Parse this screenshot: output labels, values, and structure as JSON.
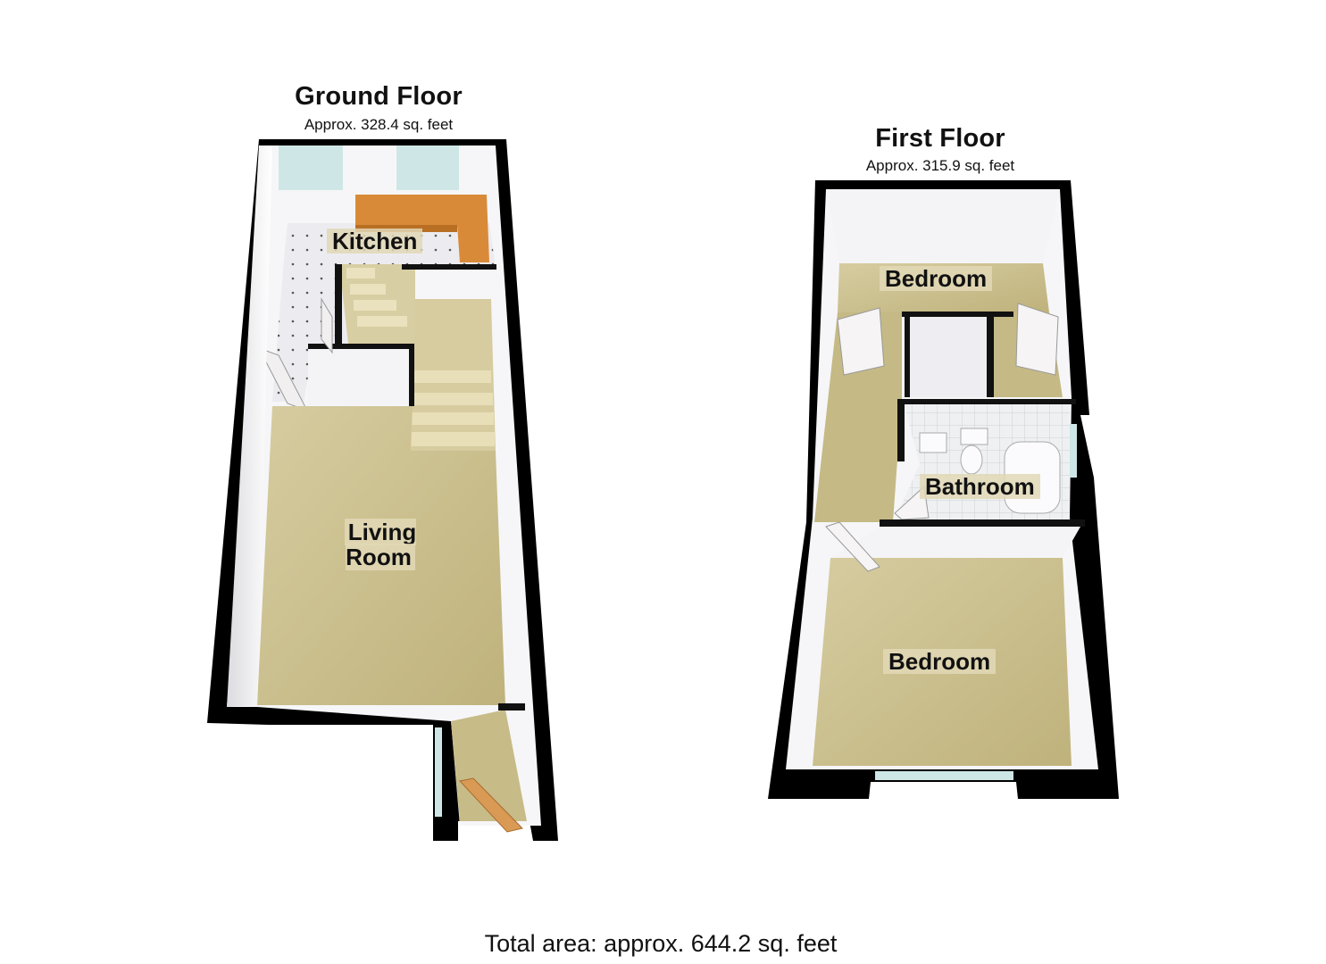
{
  "ground_floor": {
    "title": "Ground Floor",
    "area": "Approx. 328.4 sq. feet",
    "rooms": {
      "kitchen": "Kitchen",
      "living_room": "Living Room"
    }
  },
  "first_floor": {
    "title": "First Floor",
    "area": "Approx. 315.9 sq. feet",
    "rooms": {
      "bedroom_rear": "Bedroom",
      "bathroom": "Bathroom",
      "bedroom_front": "Bedroom"
    }
  },
  "total_area": "Total area: approx. 644.2 sq. feet",
  "colors": {
    "wall": "#000000",
    "floor_carpet": "#c9bd8c",
    "kitchen_tile": "#e9e9ee",
    "worktop": "#d98a38",
    "window_glass": "#cfe6e6",
    "inner_wall": "#f4f4f6"
  }
}
